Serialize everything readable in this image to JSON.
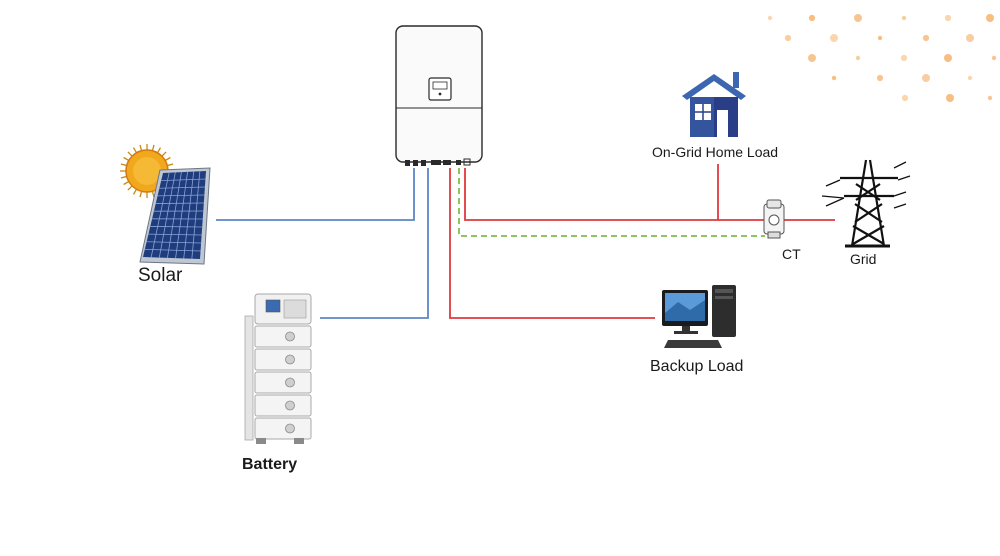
{
  "labels": {
    "solar": "Solar",
    "battery": "Battery",
    "home_load": "On-Grid Home Load",
    "ct": "CT",
    "grid": "Grid",
    "backup_load": "Backup Load"
  },
  "icons": {
    "inverter": "inverter-icon",
    "solar": "solar-panel-icon",
    "sun": "sun-icon",
    "battery": "battery-stack-icon",
    "house": "house-icon",
    "ct": "current-transformer-icon",
    "grid": "transmission-tower-icon",
    "backup": "desktop-computer-icon"
  },
  "colors": {
    "dc_line": "#5b86c5",
    "ac_line": "#e0393c",
    "comm_line": "#7dbd4a",
    "house_roof": "#3d66b0",
    "decor_dots": "#f6b26b"
  }
}
